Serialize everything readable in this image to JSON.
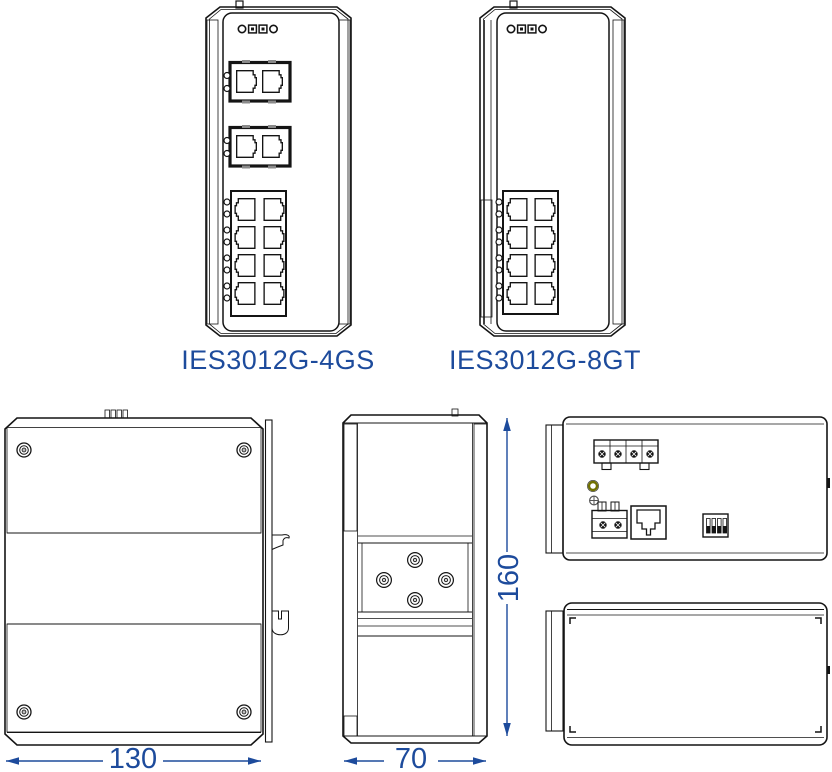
{
  "product_views": {
    "front": [
      {
        "label": "IES3012G-4GS"
      },
      {
        "label": "IES3012G-8GT"
      }
    ]
  },
  "dimensions": {
    "width": "130",
    "depth": "70",
    "height": "160"
  },
  "colors": {
    "accent": "#1d4b9c",
    "led_ring": "#707000",
    "line": "#141414"
  }
}
